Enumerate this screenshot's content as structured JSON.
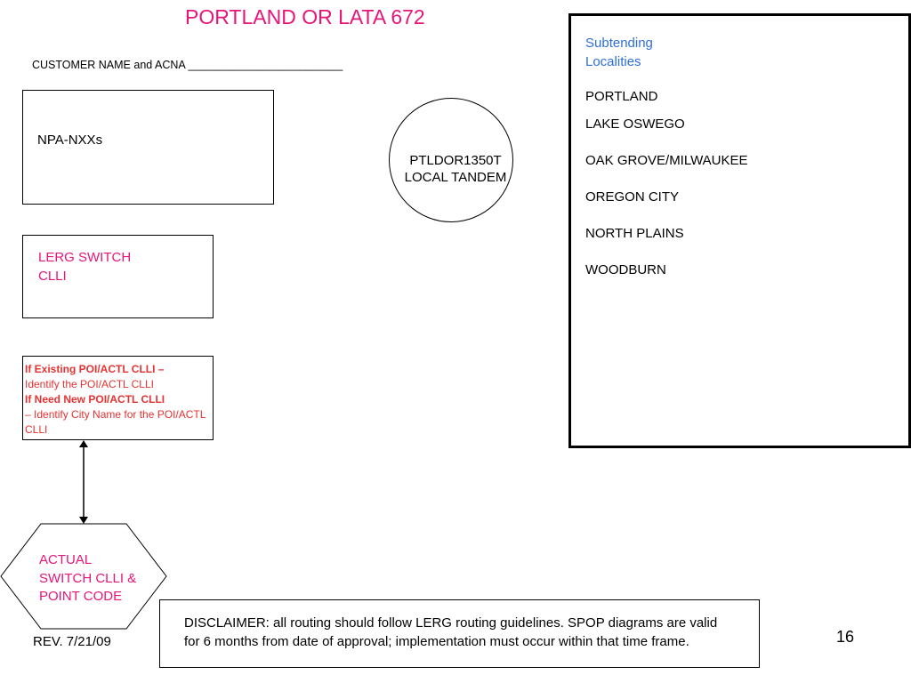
{
  "title": "PORTLAND OR LATA 672",
  "customer_line": "CUSTOMER NAME and ACNA _________________________",
  "npa_box": {
    "label": "NPA-NXXs"
  },
  "lerg_box": {
    "line1": "LERG SWITCH",
    "line2": "CLLI"
  },
  "poi_box": {
    "existing_bold": "If Existing POI/ACTL CLLI –",
    "existing_text": "Identify the POI/ACTL CLLI",
    "new_bold": "If Need New POI/ACTL CLLI",
    "new_text": "– Identify City Name for the POI/ACTL CLLI"
  },
  "tandem": {
    "line1": "PTLDOR1350T",
    "line2": "LOCAL TANDEM"
  },
  "subtending": {
    "title_line1": "Subtending",
    "title_line2": "Localities",
    "localities": [
      "PORTLAND",
      "LAKE OSWEGO",
      "OAK GROVE/MILWAUKEE",
      "OREGON CITY",
      "NORTH PLAINS",
      "WOODBURN"
    ]
  },
  "actual_switch": {
    "line1": "ACTUAL",
    "line2": "SWITCH CLLI &",
    "line3": "POINT CODE"
  },
  "revision": "REV. 7/21/09",
  "disclaimer": "DISCLAIMER: all routing should follow LERG routing guidelines. SPOP diagrams are valid for 6 months from date of approval; implementation must occur within that time frame.",
  "page_number": "16",
  "colors": {
    "accent_pink": "#e6157a",
    "accent_red": "#e63232",
    "accent_blue": "#2e6fd9"
  }
}
